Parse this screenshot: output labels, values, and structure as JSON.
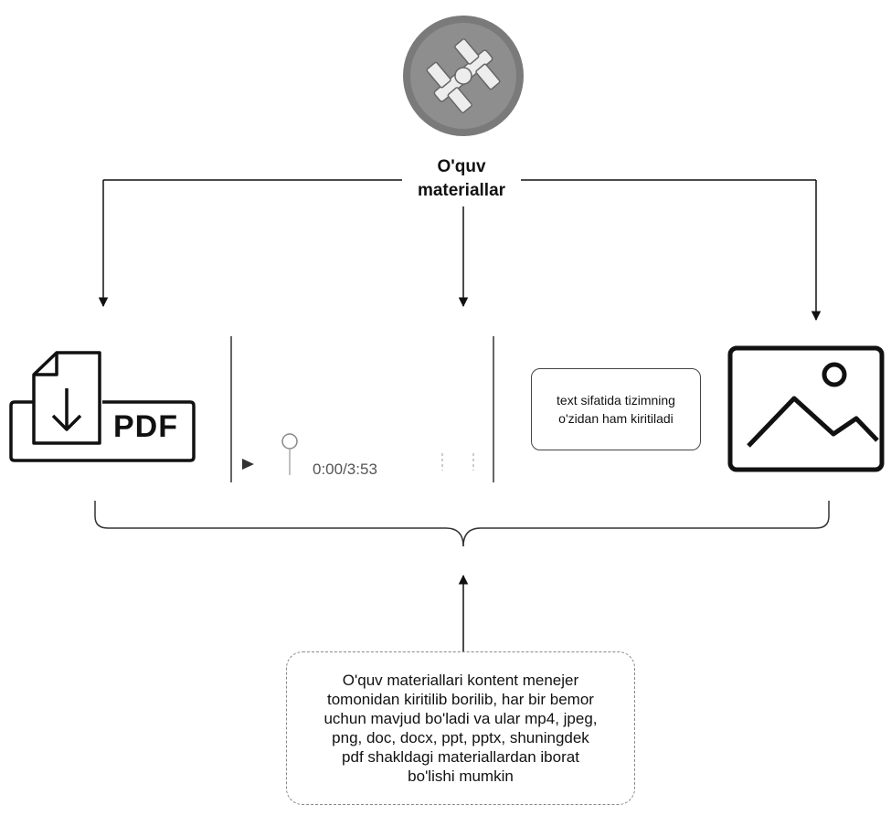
{
  "title": {
    "line1": "O'quv",
    "line2": "materiallar"
  },
  "pdf": {
    "label": "PDF"
  },
  "video_player": {
    "time": "0:00/3:53"
  },
  "text_box": {
    "line1": "text sifatida tizimning",
    "line2": "o'zidan ham kiritiladi"
  },
  "description": {
    "lines": [
      "O'quv materiallari kontent menejer",
      "tomonidan kiritilib borilib, har bir bemor",
      "uchun mavjud bo'ladi va ular mp4, jpeg,",
      "png, doc, docx, ppt, pptx, shuningdek",
      "pdf shakldagi materiallardan iborat",
      "bo'lishi mumkin"
    ]
  },
  "icons": {
    "top": "satellite-icon",
    "pdf": "pdf-download-icon",
    "image": "image-icon",
    "play": "play-icon"
  },
  "colors": {
    "stroke": "#111111",
    "circle": "#7a7a7a"
  }
}
